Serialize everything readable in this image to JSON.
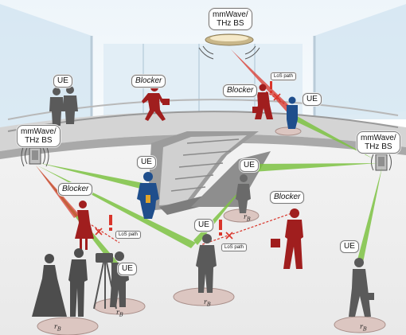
{
  "labels": {
    "bs": "mmWave/\nTHz BS",
    "ue": "UE",
    "blocker": "Blocker",
    "los_path": "LoS path",
    "radius": "r",
    "radius_sub": "B"
  },
  "colors": {
    "beam_green": "#7dc242",
    "beam_red": "#d9352b",
    "blocker_red": "#a01e1e",
    "ue_blue": "#1f4e8c",
    "person_gray": "#555555",
    "floor_disc": "#d9c2bd",
    "wall": "#d7e8f2"
  }
}
